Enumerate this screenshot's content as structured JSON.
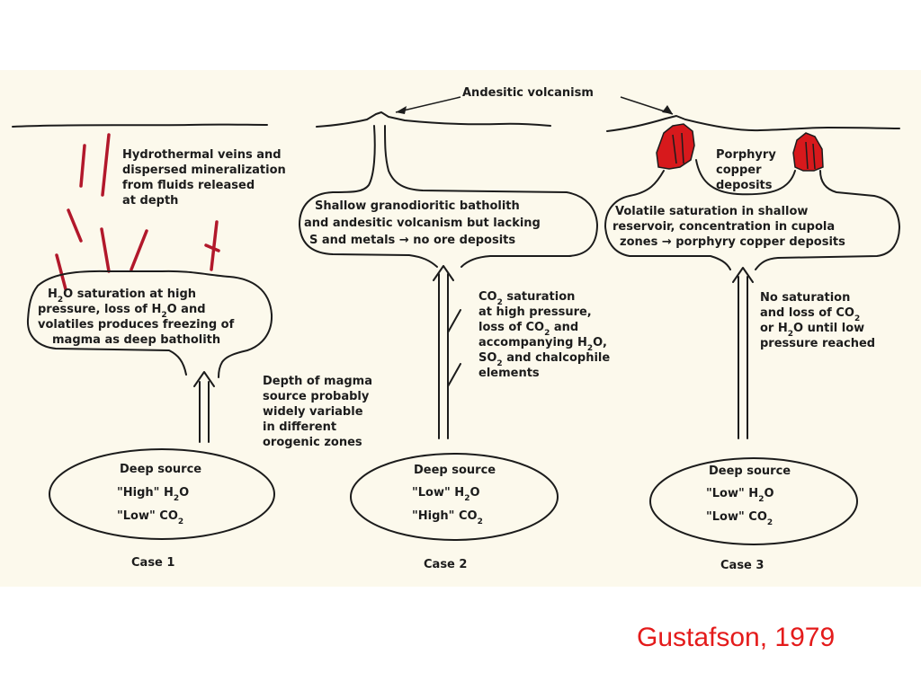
{
  "top_label": "Andesitic volcanism",
  "case1": {
    "veins_text": [
      "Hydrothermal veins and",
      "dispersed mineralization",
      "from fluids released",
      "at depth"
    ],
    "batholith_text": [
      [
        {
          "t": "H"
        },
        {
          "t": "2",
          "s": 1
        },
        {
          "t": "O saturation at high"
        }
      ],
      [
        {
          "t": "pressure, loss of H"
        },
        {
          "t": "2",
          "s": 1
        },
        {
          "t": "O and"
        }
      ],
      [
        {
          "t": "volatiles produces freezing of"
        }
      ],
      [
        {
          "t": "magma as deep batholith"
        }
      ]
    ],
    "depth_text": [
      "Depth of magma",
      "source probably",
      "widely variable",
      "in different",
      "orogenic zones"
    ],
    "source": [
      [
        {
          "t": "Deep source"
        }
      ],
      [
        {
          "t": "\"High\" H"
        },
        {
          "t": "2",
          "s": 1
        },
        {
          "t": "O"
        }
      ],
      [
        {
          "t": "\"Low\" CO"
        },
        {
          "t": "2",
          "s": 1
        }
      ]
    ],
    "case_label": "Case 1"
  },
  "case2": {
    "batholith_text": [
      [
        {
          "t": "Shallow granodioritic batholith"
        }
      ],
      [
        {
          "t": "and andesitic volcanism but lacking"
        }
      ],
      [
        {
          "t": "S and metals → no ore deposits"
        }
      ]
    ],
    "saturation_text": [
      [
        {
          "t": "CO"
        },
        {
          "t": "2",
          "s": 1
        },
        {
          "t": " saturation"
        }
      ],
      [
        {
          "t": "at high pressure,"
        }
      ],
      [
        {
          "t": "loss of CO"
        },
        {
          "t": "2",
          "s": 1
        },
        {
          "t": " and"
        }
      ],
      [
        {
          "t": "accompanying H"
        },
        {
          "t": "2",
          "s": 1
        },
        {
          "t": "O,"
        }
      ],
      [
        {
          "t": "SO"
        },
        {
          "t": "2",
          "s": 1
        },
        {
          "t": " and chalcophile"
        }
      ],
      [
        {
          "t": "elements"
        }
      ]
    ],
    "source": [
      [
        {
          "t": "Deep source"
        }
      ],
      [
        {
          "t": "\"Low\" H"
        },
        {
          "t": "2",
          "s": 1
        },
        {
          "t": "O"
        }
      ],
      [
        {
          "t": "\"High\" CO"
        },
        {
          "t": "2",
          "s": 1
        }
      ]
    ],
    "case_label": "Case 2"
  },
  "case3": {
    "porphyry_text": [
      "Porphyry",
      "copper",
      "deposits"
    ],
    "reservoir_text": [
      [
        {
          "t": "Volatile saturation in shallow"
        }
      ],
      [
        {
          "t": "reservoir, concentration in cupola"
        }
      ],
      [
        {
          "t": "zones → porphyry copper deposits"
        }
      ]
    ],
    "saturation_text": [
      [
        {
          "t": "No saturation"
        }
      ],
      [
        {
          "t": "and loss of CO"
        },
        {
          "t": "2",
          "s": 1
        }
      ],
      [
        {
          "t": "or H"
        },
        {
          "t": "2",
          "s": 1
        },
        {
          "t": "O until low"
        }
      ],
      [
        {
          "t": "pressure reached"
        }
      ]
    ],
    "source": [
      [
        {
          "t": "Deep source"
        }
      ],
      [
        {
          "t": "\"Low\" H"
        },
        {
          "t": "2",
          "s": 1
        },
        {
          "t": "O"
        }
      ],
      [
        {
          "t": "\"Low\" CO"
        },
        {
          "t": "2",
          "s": 1
        }
      ]
    ],
    "case_label": "Case 3"
  },
  "citation": "Gustafson, 1979",
  "colors": {
    "ore_red": "#d7191c",
    "vein_red": "#b2182b",
    "citation_red": "#e41b1b",
    "ink": "#1c1c1c",
    "paper": "#fcf9ec"
  }
}
